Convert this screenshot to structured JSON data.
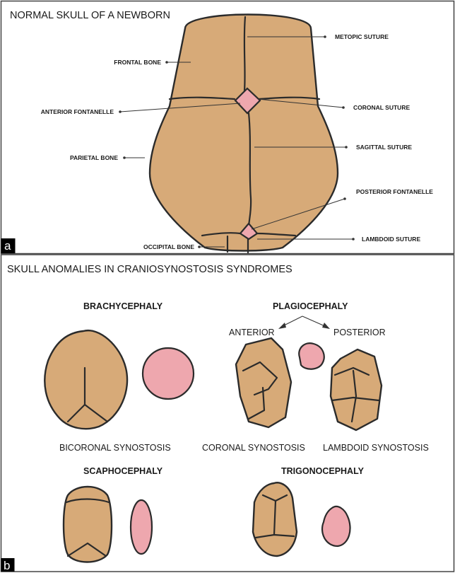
{
  "panel_a": {
    "tag": "a",
    "title": "NORMAL SKULL OF A NEWBORN",
    "labels": {
      "metopic_suture": "METOPIC SUTURE",
      "frontal_bone": "FRONTAL BONE",
      "anterior_fontanelle": "ANTERIOR FONTANELLE",
      "coronal_suture": "CORONAL SUTURE",
      "parietal_bone": "PARIETAL BONE",
      "sagittal_suture": "SAGITTAL SUTURE",
      "posterior_fontanelle": "POSTERIOR FONTANELLE",
      "lambdoid_suture": "LAMBDOID SUTURE",
      "occipital_bone": "OCCIPITAL BONE"
    }
  },
  "panel_b": {
    "tag": "b",
    "title": "SKULL ANOMALIES IN CRANIOSYNOSTOSIS SYNDROMES",
    "brachycephaly": "BRACHYCEPHALY",
    "plagiocephaly": "PLAGIOCEPHALY",
    "anterior": "ANTERIOR",
    "posterior": "POSTERIOR",
    "bicoronal_synostosis": "BICORONAL SYNOSTOSIS",
    "coronal_synostosis": "CORONAL SYNOSTOSIS",
    "lambdoid_synostosis": "LAMBDOID SYNOSTOSIS",
    "scaphocephaly": "SCAPHOCEPHALY",
    "trigonocephaly": "TRIGONOCEPHALY"
  },
  "colors": {
    "bone": "#d7aa78",
    "fontanelle": "#eea7ae",
    "outline": "#2b2b2b",
    "frame": "#444444",
    "tag_background": "#000000"
  }
}
